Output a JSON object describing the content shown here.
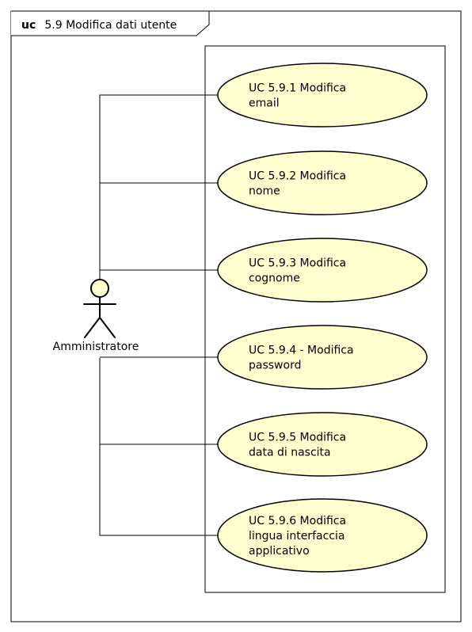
{
  "frame": {
    "keyword": "uc",
    "name": "5.9 Modifica dati utente"
  },
  "actor": {
    "name": "Amministratore"
  },
  "use_cases": [
    {
      "id": "uc-5-9-1",
      "lines": [
        "UC 5.9.1  Modifica",
        "email"
      ]
    },
    {
      "id": "uc-5-9-2",
      "lines": [
        "UC 5.9.2  Modifica",
        "nome"
      ]
    },
    {
      "id": "uc-5-9-3",
      "lines": [
        "UC 5.9.3  Modifica",
        "cognome"
      ]
    },
    {
      "id": "uc-5-9-4",
      "lines": [
        "UC 5.9.4 - Modifica",
        "password"
      ]
    },
    {
      "id": "uc-5-9-5",
      "lines": [
        "UC 5.9.5  Modifica",
        "data di nascita"
      ]
    },
    {
      "id": "uc-5-9-6",
      "lines": [
        "UC 5.9.6  Modifica",
        "lingua interfaccia",
        "applicativo"
      ]
    }
  ],
  "colors": {
    "use_case_fill": "#fefece",
    "actor_fill": "#fefece",
    "stroke": "#000000"
  }
}
